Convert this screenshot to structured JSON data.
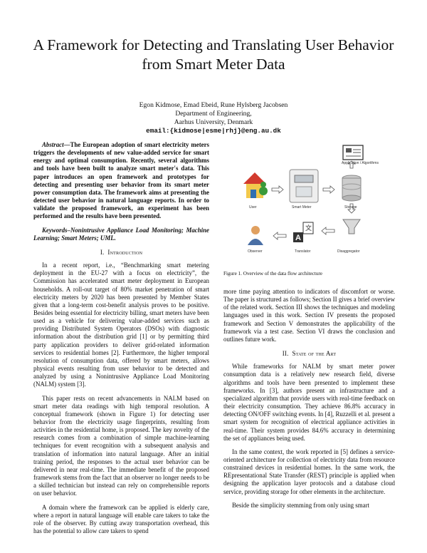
{
  "title": "A Framework for Detecting and Translating User Behavior from Smart Meter Data",
  "authors": {
    "names": "Egon Kidmose, Emad Ebeid, Rune Hylsberg Jacobsen",
    "dept": "Department of Engineering,",
    "univ": "Aarhus University, Denmark",
    "email": "email:{kidmose|esme|rhj}@eng.au.dk"
  },
  "abstract": {
    "label": "Abstract",
    "text": "—The European adoption of smart electricity meters triggers the developments of new value-added service for smart energy and optimal consumption. Recently, several algorithms and tools have been built to analyze smart meter's data. This paper introduces an open framework and prototypes for detecting and presenting user behavior from its smart meter power consumption data. The framework aims at presenting the detected user behavior in natural language reports. In order to validate the proposed framework, an experiment has been performed and the results have been presented."
  },
  "keywords": {
    "label": "Keywords",
    "text": "–Nonintrusive Appliance Load Monitoring; Machine Learning; Smart Meters; UML."
  },
  "sections": {
    "intro": {
      "num": "I.",
      "title": "Introduction"
    },
    "sota": {
      "num": "II.",
      "title": "State of the Art"
    }
  },
  "body": {
    "p1": "In a recent report, i.e., “Benchmarking smart metering deployment in the EU-27 with a focus on electricity”, the Commission has accelerated smart meter deployment in European households. A roll-out target of 80% market penetration of smart electricity meters by 2020 has been presented by Member States given that a long-term cost-benefit analysis proves to be positive. Besides being essential for electricity billing, smart meters have been used as a vehicle for delivering value-added services such as providing Distributed System Operators (DSOs) with diagnostic information about the distribution grid [1] or by permitting third party application providers to deliver grid-related information services to residential homes [2]. Furthermore, the higher temporal resolution of consumption data, offered by smart meters, allows physical events resulting from user behavior to be detected and analyzed by using a Nonintrusive Appliance Load Monitoring (NALM) system [3].",
    "p2": "This paper rests on recent advancements in NALM based on smart meter data readings with high temporal resolution. A conceptual framework (shown in Figure 1) for detecting user behavior from the electricity usage fingerprints, resulting from activities in the residential home, is proposed. The key novelty of the research comes from a combination of simple machine-learning techniques for event recognition with a subsequent analysis and translation of information into natural language. After an initial training period, the responses to the actual user behavior can be delivered in near real-time. The immediate benefit of the proposed framework stems from the fact that an observer no longer needs to be a skilled technician but instead can rely on comprehensible reports on user behavior.",
    "p3": "A domain where the framework can be applied is elderly care, where a report in natural language will enable care takers to take the role of the observer. By cutting away transportation overhead, this has the potential to allow care takers to spend",
    "r1": "more time paying attention to indicators of discomfort or worse. The paper is structured as follows; Section II gives a brief overview of the related work. Section III shows the techniques and modeling languages used in this work. Section IV presents the proposed framework and Section V demonstrates the applicability of the framework via a test case. Section VI draws the conclusion and outlines future work.",
    "r2": "While frameworks for NALM by smart meter power consumption data is a relatively new research field, diverse algorithms and tools have been presented to implement these frameworks. In [3], authors present an infrastructure and a specialized algorithm that provide users with real-time feedback on their electricity consumption. They achieve 86.8% accuracy in detecting ON/OFF switching events. In [4], Ruzzelli et al. present a smart system for recognition of electrical appliance activities in real-time. Their system provides 84.6% accuracy in determining the set of appliances being used.",
    "r3": "In the same context, the work reported in [5] defines a service-oriented architecture for collection of electricity data from resource constrained devices in residential homes. In the same work, the REpresentational State Transfer (REST) principle is applied when designing the application layer protocols and a database cloud service, providing storage for other elements in the architecture.",
    "r4": "Beside the simplicity stemming from only using smart"
  },
  "figure": {
    "caption": "Figure 1.    Overview of the data flow architecture",
    "labels": {
      "user": "User",
      "meter": "Smart Meter",
      "storage": "Storage",
      "algorithms": "Application / Algorithms",
      "disaggregator": "Disaggregator",
      "translator": "Translator",
      "observer": "Observer"
    }
  },
  "colors": {
    "link_underline": "#3a6ec0"
  }
}
